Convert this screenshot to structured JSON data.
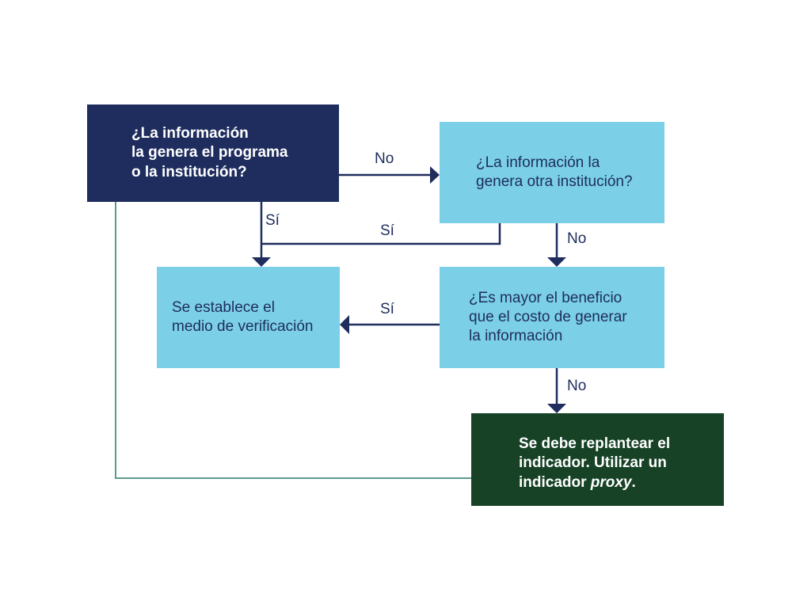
{
  "nodes": {
    "q1": "¿La información\nla genera el programa\no la institución?",
    "q2": "¿La información la\ngenera otra institución?",
    "verification": "Se establece el\nmedio de verificación",
    "q3": "¿Es mayor el beneficio\nque el costo de generar\nla información",
    "replan_prefix": "Se debe replantear el\nindicador. Utilizar un\nindicador ",
    "replan_emphasis": "proxy",
    "replan_suffix": "."
  },
  "edge_labels": {
    "q1_no": "No",
    "q1_yes": "Sí",
    "q2_yes": "Sí",
    "q2_no": "No",
    "q3_yes": "Sí",
    "q3_no": "No"
  },
  "colors": {
    "navy": "#1e2d5e",
    "light_blue": "#7bcfe7",
    "dark_green": "#174226",
    "teal_line": "#5b9a8e"
  }
}
